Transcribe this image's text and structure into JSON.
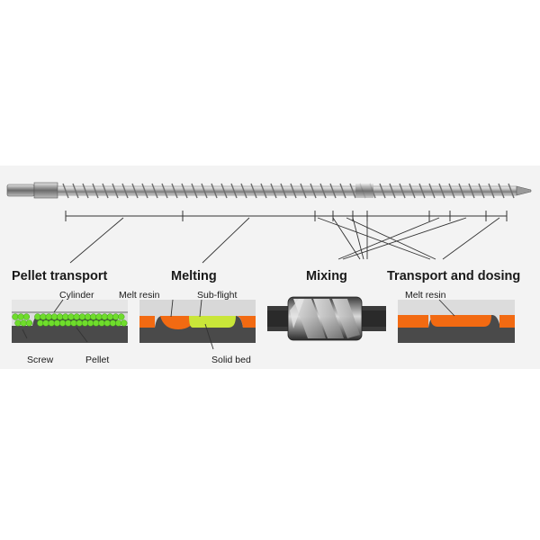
{
  "stages": {
    "pellet_transport": "Pellet transport",
    "melting": "Melting",
    "mixing": "Mixing",
    "transport_dosing": "Transport and dosing"
  },
  "callouts": {
    "cylinder": "Cylinder",
    "screw": "Screw",
    "pellet": "Pellet",
    "melt_resin_melting": "Melt resin",
    "sub_flight": "Sub-flight",
    "solid_bed": "Solid bed",
    "melt_resin_dosing": "Melt resin"
  },
  "colors": {
    "panel_bg": "#e9e9e9",
    "screw_root": "#4a4a4a",
    "pellet_green": "#6fdc2c",
    "melt_orange": "#f26a12",
    "solid_yellow": "#c9e639",
    "barrel_grey": "#d6d6d6"
  }
}
